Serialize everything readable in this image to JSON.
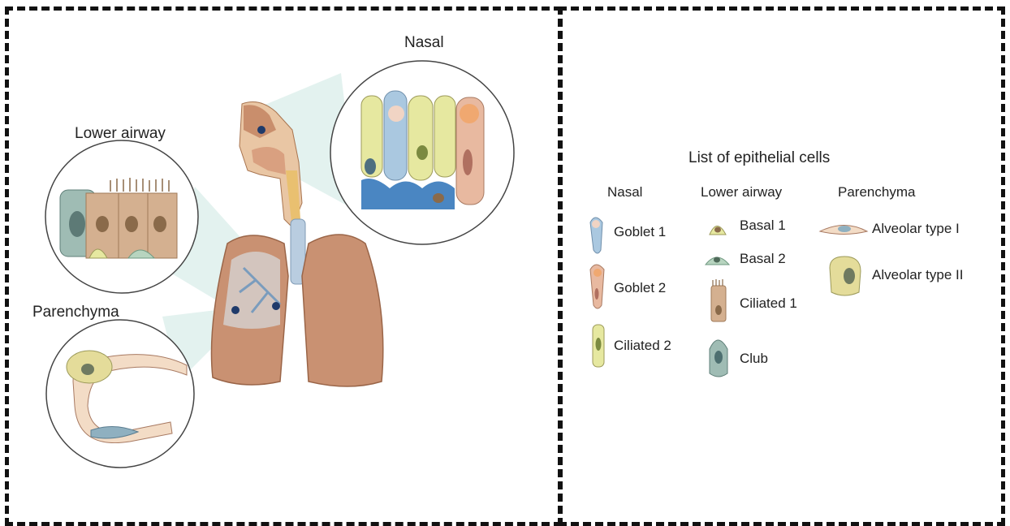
{
  "diagram": {
    "regions": {
      "nasal": "Nasal",
      "lower_airway": "Lower airway",
      "parenchyma": "Parenchyma"
    }
  },
  "legend": {
    "title": "List of epithelial cells",
    "columns": [
      {
        "header": "Nasal",
        "items": [
          "Goblet 1",
          "Goblet 2",
          "Ciliated 2"
        ]
      },
      {
        "header": "Lower airway",
        "items": [
          "Basal 1",
          "Basal 2",
          "Ciliated 1",
          "Club"
        ]
      },
      {
        "header": "Parenchyma",
        "items": [
          "Alveolar type I",
          "Alveolar type II"
        ]
      }
    ]
  },
  "colors": {
    "border": "#111111",
    "tissue": "#c98e6c",
    "lung": "#c99172",
    "cell_blue": "#5a8ec2",
    "cell_yellow": "#e6e8a0",
    "cell_tan": "#c8a07a",
    "cell_green": "#8fb89a",
    "highlight": "#cfe8e4"
  }
}
